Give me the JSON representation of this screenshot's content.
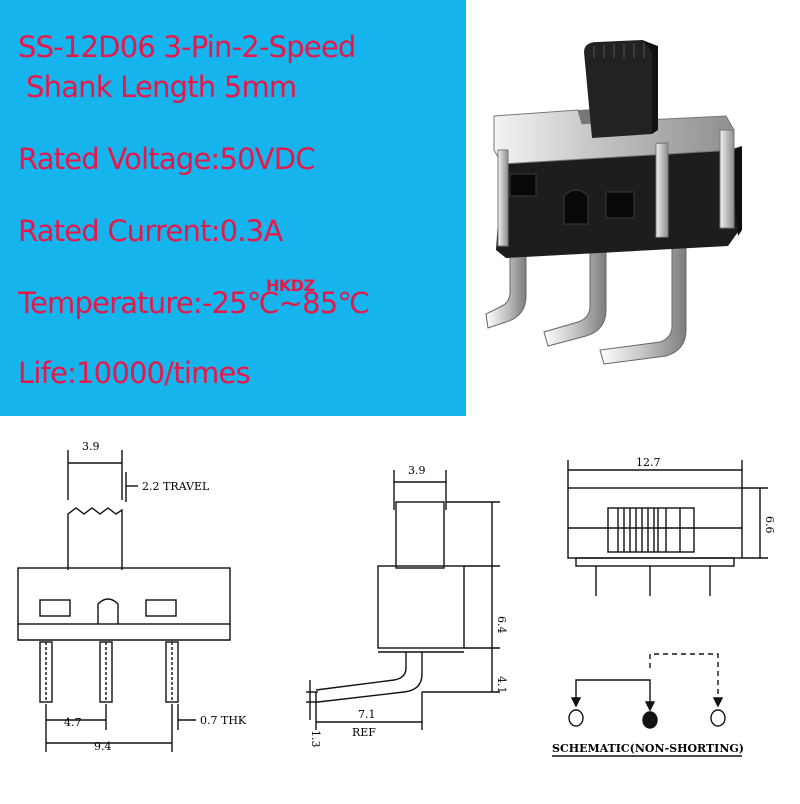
{
  "specs": {
    "title": "SS-12D06 3-Pin-2-Speed",
    "shank": "Shank Length 5mm",
    "voltage": "Rated Voltage:50VDC",
    "current": "Rated Current:0.3A",
    "temperature": "Temperature:-25℃~85℃",
    "life": "Life:10000/times",
    "watermark": "HKDZ"
  },
  "colors": {
    "panel": "#16b4ec",
    "spec_text": "#e8174a",
    "switch_body": "#1d1d1d",
    "metal": "#c9c9c9"
  },
  "drawings": {
    "front": {
      "width": "3.9",
      "travel": "2.2 TRAVEL",
      "pin_pitch": "4.7",
      "thickness": "0.7 THK",
      "total": "9.4"
    },
    "side": {
      "width": "3.9",
      "height": "6.4",
      "pin_drop": "4.1",
      "bend": "1.3",
      "length": "7.1",
      "ref": "REF"
    },
    "top": {
      "length": "12.7",
      "height": "6.6",
      "schematic": "SCHEMATIC(NON-SHORTING)"
    }
  }
}
